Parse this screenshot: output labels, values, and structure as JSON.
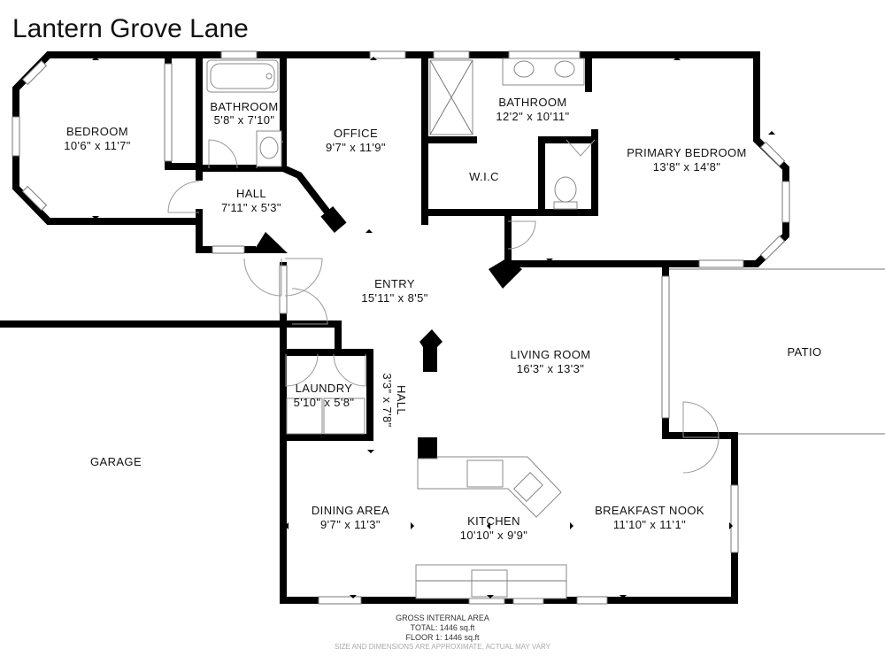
{
  "title": "Lantern Grove Lane",
  "rooms": {
    "bedroom": {
      "name": "BEDROOM",
      "dims": "10'6\" x 11'7\""
    },
    "bath_small": {
      "name": "BATHROOM",
      "dims": "5'8\" x 7'10\""
    },
    "office": {
      "name": "OFFICE",
      "dims": "9'7\" x 11'9\""
    },
    "bath_primary": {
      "name": "BATHROOM",
      "dims": "12'2\" x 10'11\""
    },
    "wic": {
      "name": "W.I.C"
    },
    "primary_bedroom": {
      "name": "PRIMARY BEDROOM",
      "dims": "13'8\" x 14'8\""
    },
    "hall_top": {
      "name": "HALL",
      "dims": "7'11\" x 5'3\""
    },
    "entry": {
      "name": "ENTRY",
      "dims": "15'11\" x 8'5\""
    },
    "living_room": {
      "name": "LIVING ROOM",
      "dims": "16'3\" x 13'3\""
    },
    "patio": {
      "name": "PATIO"
    },
    "laundry": {
      "name": "LAUNDRY",
      "dims": "5'10\" x 5'8\""
    },
    "hall_side": {
      "name": "HALL",
      "dims": "3'3\" x 7'8\""
    },
    "garage": {
      "name": "GARAGE"
    },
    "dining": {
      "name": "DINING AREA",
      "dims": "9'7\" x 11'3\""
    },
    "kitchen": {
      "name": "KITCHEN",
      "dims": "10'10\" x 9'9\""
    },
    "breakfast": {
      "name": "BREAKFAST NOOK",
      "dims": "11'10\" x 11'1\""
    }
  },
  "footer": {
    "gia_label": "GROSS INTERNAL AREA",
    "total": "TOTAL: 1446 sq.ft",
    "floor1": "FLOOR 1: 1446 sq.ft",
    "disclaimer": "SIZE AND DIMENSIONS ARE APPROXIMATE, ACTUAL MAY VARY"
  }
}
